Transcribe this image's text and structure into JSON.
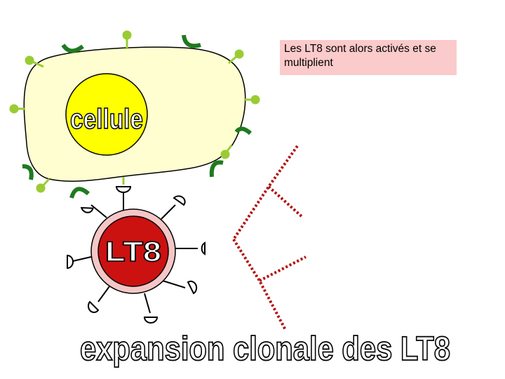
{
  "caption": {
    "text": "Les LT8 sont alors activés et se multiplient"
  },
  "labels": {
    "cell": "cellule",
    "lymphocyte": "LT8",
    "title": "expansion clonale des LT8"
  },
  "colors": {
    "cell_fill": "#fefed0",
    "nucleus_fill": "#ffff00",
    "lt8_outer": "#f5c6c6",
    "lt8_inner": "#cc1111",
    "antigen_green": "#99cc33",
    "receptor_green": "#1f7a1f",
    "dotted_red": "#b01010",
    "caption_bg": "#fbcaca"
  },
  "icons": [
    "antigen-icon",
    "receptor-icon",
    "lt8-receptor-icon"
  ]
}
